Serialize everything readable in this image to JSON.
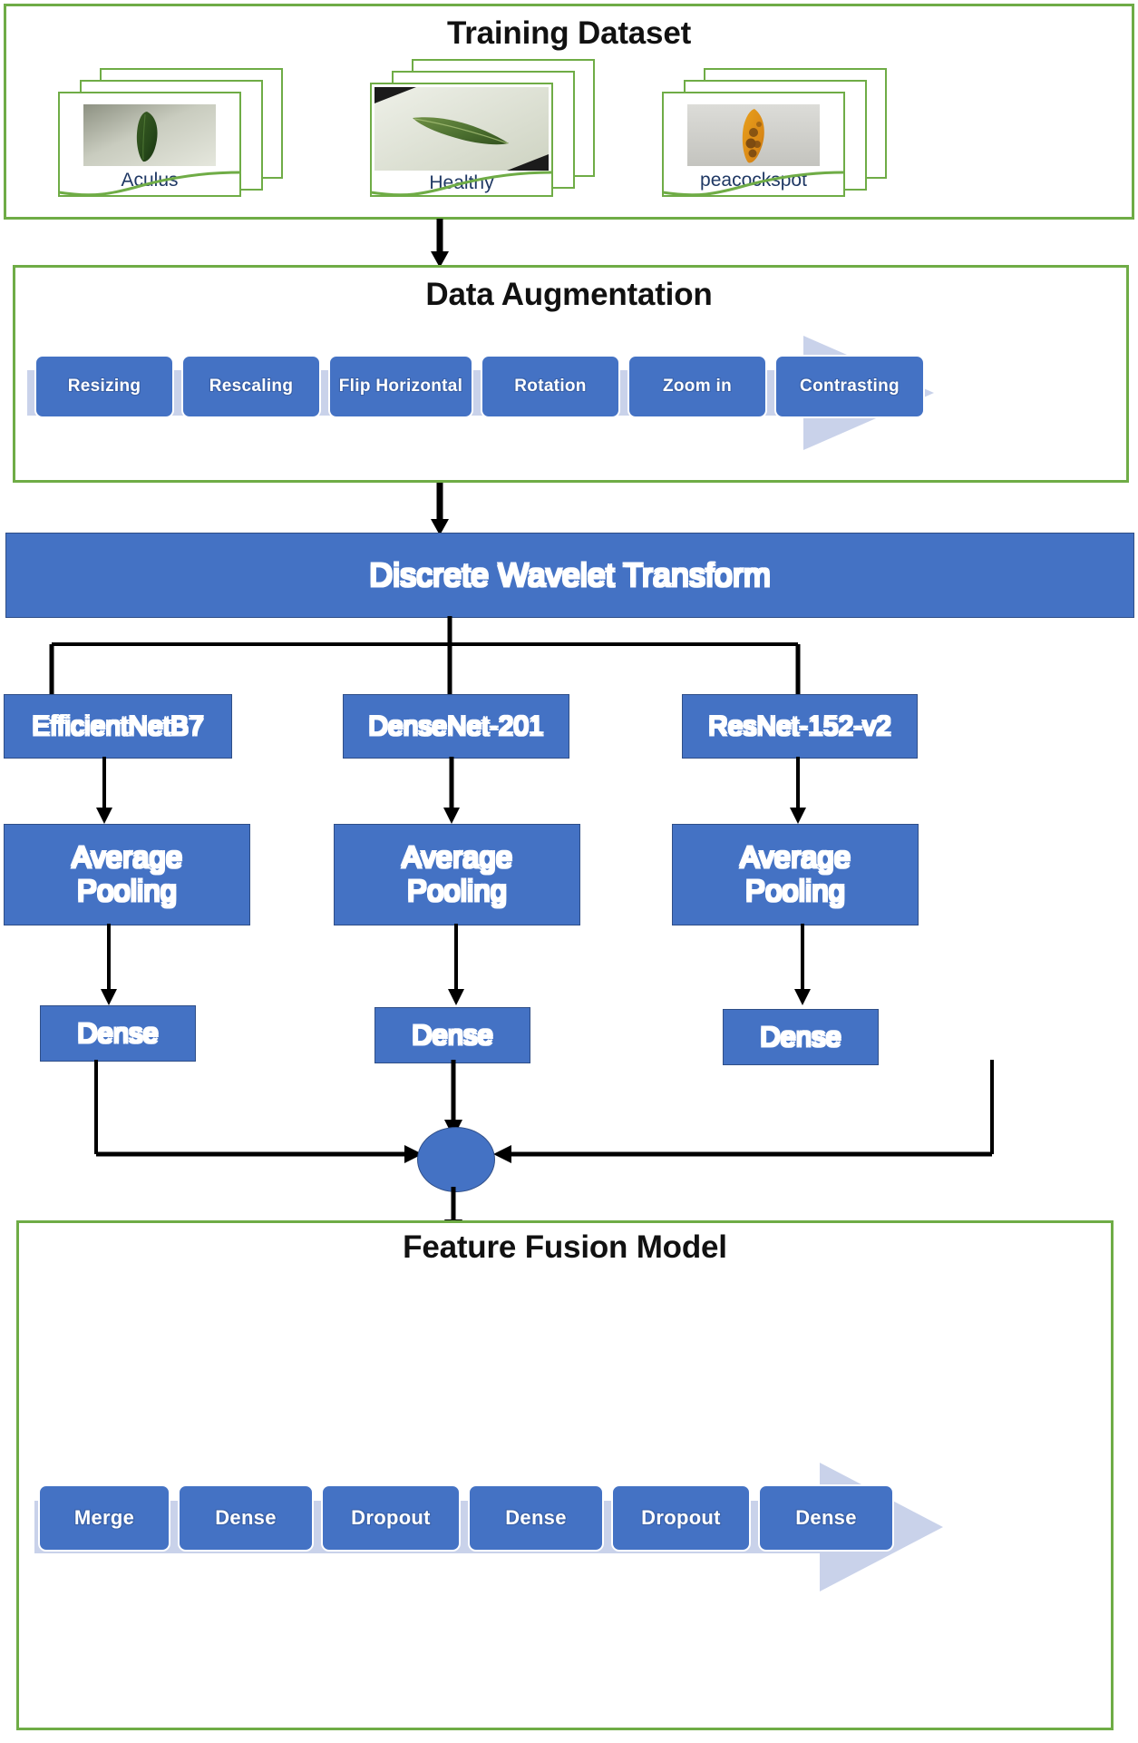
{
  "colors": {
    "panel_border": "#6FAC46",
    "box_fill": "#4472C4",
    "box_stroke": "#2F4E87",
    "band_fill": "#C9D2EA",
    "caption_text": "#1F3864",
    "title_text": "#111111",
    "wire": "#000000",
    "page_bg": "#FFFFFF"
  },
  "training_dataset": {
    "title": "Training Dataset",
    "classes": [
      {
        "label": "Aculus",
        "image_alt": "dark-green-olive-leaf-photo",
        "stack_count": 3
      },
      {
        "label": "Healthy",
        "image_alt": "healthy-green-olive-leaf-photo",
        "stack_count": 3
      },
      {
        "label": "peacockspot",
        "image_alt": "yellow-spotted-olive-leaf-photo",
        "stack_count": 3
      }
    ]
  },
  "data_augmentation": {
    "title": "Data Augmentation",
    "steps": [
      {
        "label": "Resizing"
      },
      {
        "label": "Rescaling"
      },
      {
        "label": "Flip Horizontal"
      },
      {
        "label": "Rotation"
      },
      {
        "label": "Zoom in"
      },
      {
        "label": "Contrasting"
      }
    ]
  },
  "transform": {
    "label": "Discrete Wavelet Transform"
  },
  "branches": [
    {
      "backbone": "EfficientNetB7",
      "pooling_line1": "Average",
      "pooling_line2": "Pooling",
      "dense": "Dense"
    },
    {
      "backbone": "DenseNet-201",
      "pooling_line1": "Average",
      "pooling_line2": "Pooling",
      "dense": "Dense"
    },
    {
      "backbone": "ResNet-152-v2",
      "pooling_line1": "Average",
      "pooling_line2": "Pooling",
      "dense": "Dense"
    }
  ],
  "fusion_node": {
    "name": "concatenation-node"
  },
  "feature_fusion_model": {
    "title": "Feature Fusion Model",
    "steps": [
      {
        "label": "Merge"
      },
      {
        "label": "Dense"
      },
      {
        "label": "Dropout"
      },
      {
        "label": "Dense"
      },
      {
        "label": "Dropout"
      },
      {
        "label": "Dense"
      }
    ]
  }
}
